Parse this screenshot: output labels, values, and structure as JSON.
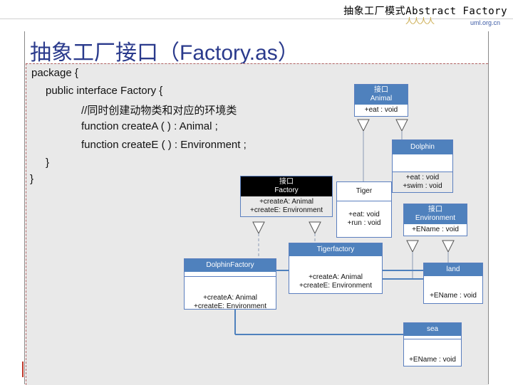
{
  "header": {
    "title": "抽象工厂模式Abstract Factory",
    "logo_url": "uml.org.cn"
  },
  "slide": {
    "title": "抽象工厂接口（Factory.as）"
  },
  "code": {
    "lines": [
      "package {",
      "public interface Factory {",
      "//同时创建动物类和对应的环境类",
      "function createA ( ) : Animal ;",
      "function createE ( ) : Environment ;",
      "}",
      "}"
    ]
  },
  "uml": {
    "animal": {
      "stereotype": "接口",
      "name": "Animal",
      "ops": [
        "+eat : void"
      ]
    },
    "dolphin": {
      "name": "Dolphin",
      "ops": [
        "+eat : void",
        "+swim : void"
      ]
    },
    "factory": {
      "stereotype": "接口",
      "name": "Factory",
      "ops": [
        "+createA: Animal",
        "+createE: Environment"
      ]
    },
    "tiger": {
      "name": "Tiger",
      "ops": [
        "+eat: void",
        "+run : void"
      ]
    },
    "environment": {
      "stereotype": "接口",
      "name": "Environment",
      "ops": [
        "+EName : void"
      ]
    },
    "tigerfactory": {
      "name": "Tigerfactory",
      "ops": [
        "+createA: Animal",
        "+createE: Environment"
      ]
    },
    "dolphinfactory": {
      "name": "DolphinFactory",
      "ops": [
        "+createA: Animal",
        "+createE: Environment"
      ]
    },
    "land": {
      "name": "land",
      "ops": [
        "+EName : void"
      ]
    },
    "sea": {
      "name": "sea",
      "ops": [
        "+EName : void"
      ]
    }
  }
}
